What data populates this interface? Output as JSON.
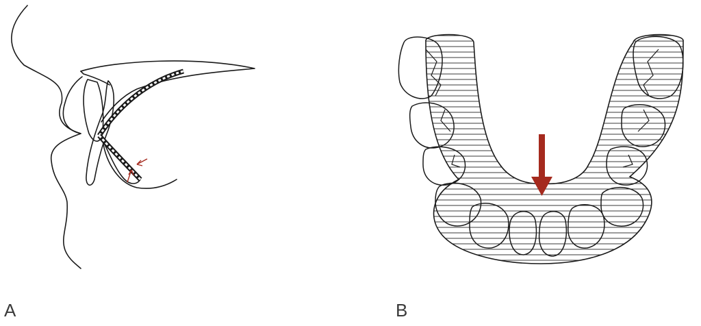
{
  "figure": {
    "panels": [
      {
        "id": "A",
        "label": "A"
      },
      {
        "id": "B",
        "label": "B"
      }
    ],
    "colors": {
      "line": "#1a1a1a",
      "arrow": "#a52a1e",
      "hatch": "#3a3a3a"
    }
  }
}
